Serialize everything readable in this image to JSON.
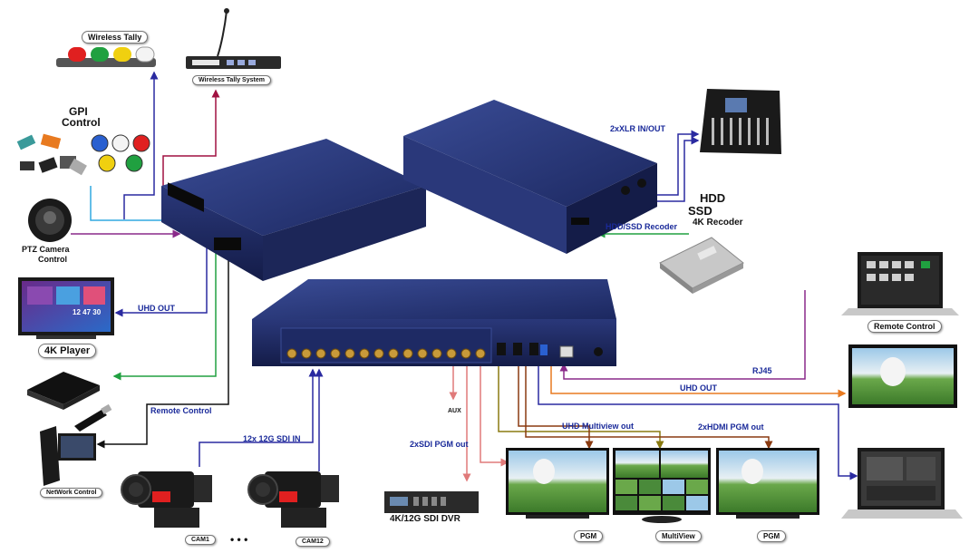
{
  "labels": {
    "wireless_tally": "Wireless Tally",
    "wireless_tally_system": "Wireless Tally System",
    "gpi_control_line1": "GPI",
    "gpi_control_line2": "Control",
    "ptz_line1": "PTZ Camera",
    "ptz_line2": "Control",
    "xlr": "2xXLR  IN/OUT",
    "hdd": "HDD",
    "ssd": "SSD",
    "recorder_4k": "4K Recoder",
    "hdd_ssd_recoder": "HDD/SSD Recoder",
    "uhd_out_left": "UHD OUT",
    "player_4k": "4K Player",
    "remote_control_left": "Remote Control",
    "sdi_in": "12x 12G SDI IN",
    "network_control": "NetWork Control",
    "cam1": "CAM1",
    "dots": "• • •",
    "cam12": "CAM12",
    "aux": "AUX",
    "sdi_pgm_out": "2xSDI PGM out",
    "sdi_dvr": "4K/12G SDI DVR",
    "rj45": "RJ45",
    "uhd_out_right": "UHD OUT",
    "uhd_multiview_out": "UHD Multiview out",
    "hdmi_pgm_out": "2xHDMI PGM out",
    "remote_control_right": "Remote Control",
    "pgm_left": "PGM",
    "multiview": "MultiView",
    "pgm_right": "PGM",
    "player_time": "12 47 30"
  },
  "colors": {
    "chassis": "#2a3a7a",
    "tally_red": "#e02020",
    "tally_green": "#20a040",
    "tally_yellow": "#f0d010",
    "line_blue": "#2a2aa0",
    "line_maroon": "#a01040",
    "line_cyan": "#30a8e0",
    "line_purple": "#8a2a8a",
    "line_green": "#20a040",
    "line_black": "#111111",
    "line_orange": "#e87a20",
    "line_olive": "#8a7a10",
    "line_brown": "#8a3a10",
    "line_pink": "#e07a7a"
  },
  "icons": [
    "tally-light-icon",
    "microphone-icon",
    "gpi-button-icon",
    "joystick-icon",
    "audio-mixer-icon",
    "ssd-icon",
    "monitor-icon",
    "hdd-icon",
    "usb-stick-icon",
    "pc-tower-icon",
    "camera-icon",
    "dvr-icon",
    "laptop-icon"
  ]
}
